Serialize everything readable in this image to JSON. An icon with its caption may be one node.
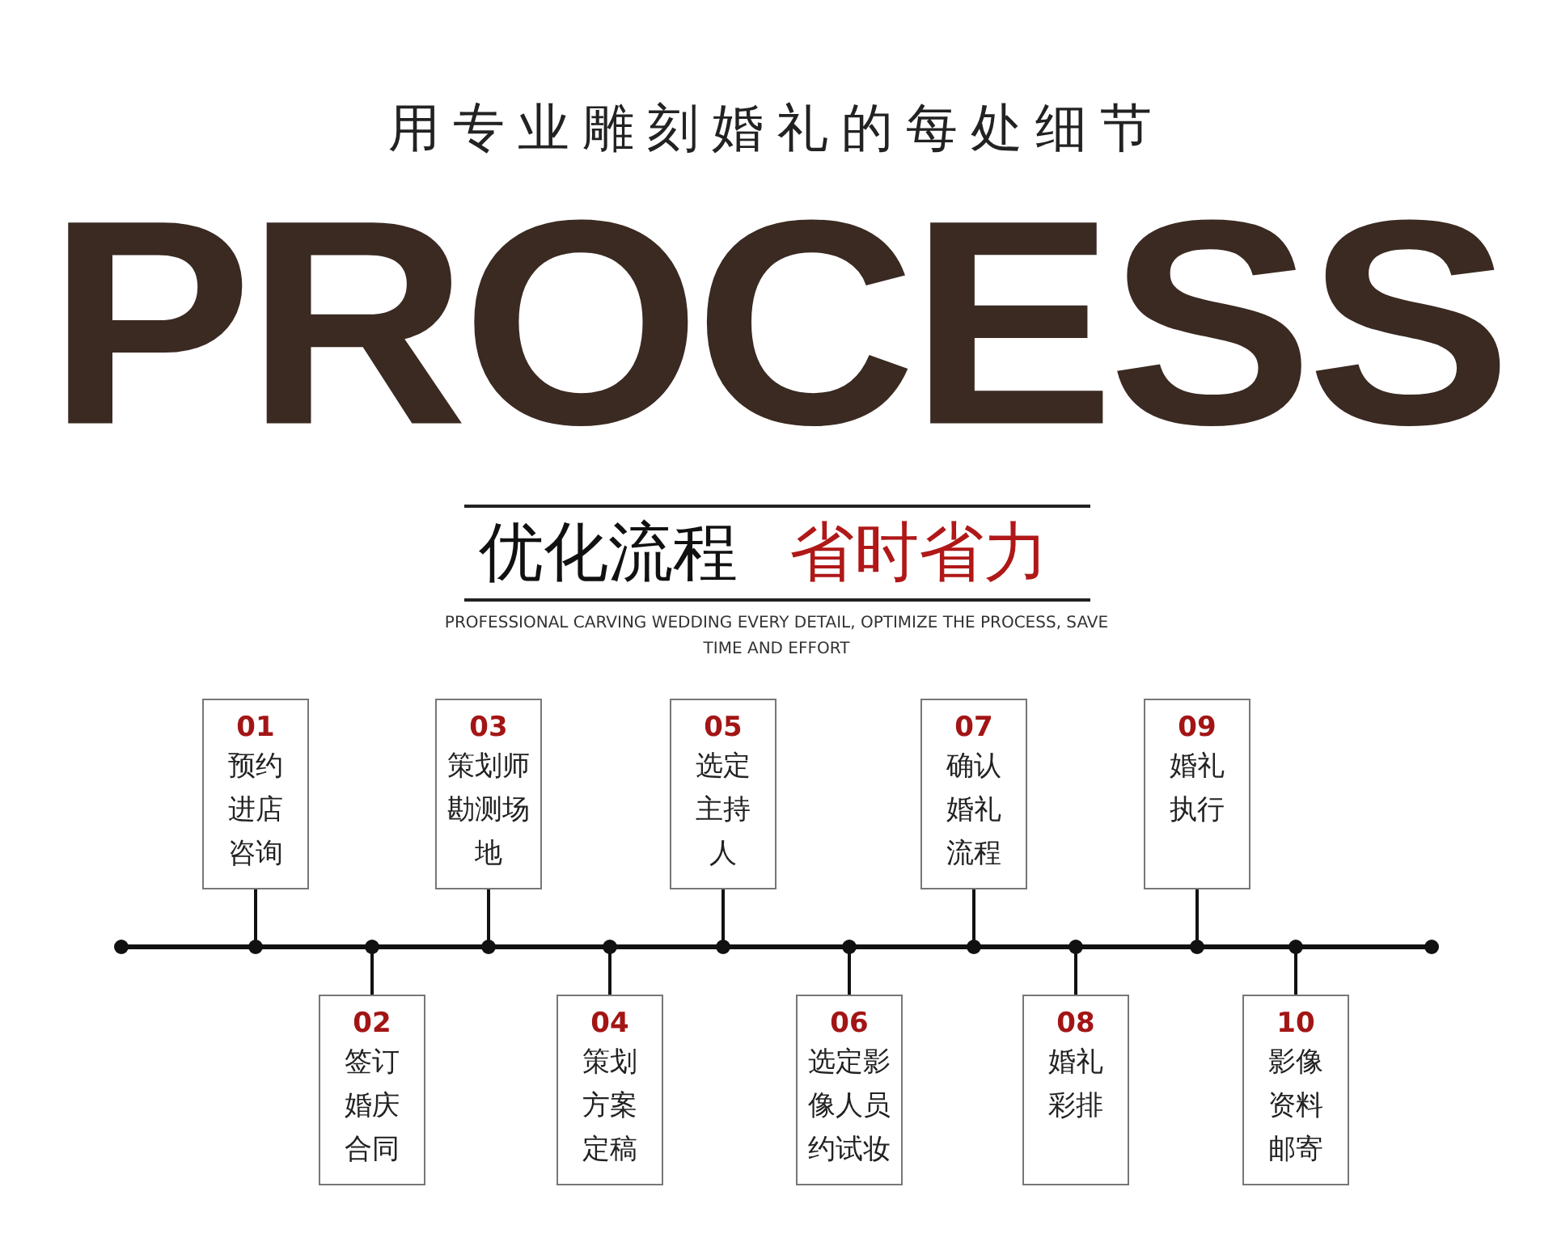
{
  "diagram": {
    "title": "用专业雕刻婚礼的每处细节",
    "nodes": [
      {
        "text": [
          "01",
          "预约进店咨询"
        ]
      },
      {
        "text": [
          "02",
          "签订婚庆合同"
        ]
      },
      {
        "text": [
          "03",
          "策划师勘测场地"
        ]
      },
      {
        "text": [
          "04",
          "策划方案定稿"
        ]
      },
      {
        "text": [
          "05",
          "选定主持人"
        ]
      },
      {
        "text": [
          "06",
          "选定影像人员约试妆"
        ]
      },
      {
        "text": [
          "07",
          "确认婚礼流程"
        ]
      },
      {
        "text": [
          "08",
          "婚礼彩排"
        ]
      },
      {
        "text": [
          "09",
          "婚礼执行"
        ]
      },
      {
        "text": [
          "10",
          "影像资料邮寄"
        ]
      },
      {
        "text": [],
        "shape": "bar"
      }
    ],
    "edges": [
      {
        "from": 0,
        "to": 10,
        "arrow": "other"
      },
      {
        "from": 1,
        "to": 10,
        "arrow": "other"
      },
      {
        "from": 2,
        "to": 10,
        "arrow": "other"
      },
      {
        "from": 3,
        "to": 10,
        "arrow": "other"
      },
      {
        "from": 4,
        "to": 10,
        "arrow": "other"
      },
      {
        "from": 5,
        "to": 10,
        "arrow": "other"
      },
      {
        "from": 6,
        "to": 10,
        "arrow": "other"
      },
      {
        "from": 7,
        "to": 10,
        "arrow": "other"
      },
      {
        "from": 8,
        "to": 10,
        "arrow": "other"
      },
      {
        "from": 9,
        "to": 10,
        "arrow": "other"
      }
    ],
    "labels": [
      "PROCESS",
      "优化流程",
      "省时省力",
      "PROFESSIONAL CARVING WEDDING EVERY DETAIL, OPTIMIZE THE PROCESS, SAVE TIME AND EFFORT"
    ]
  }
}
